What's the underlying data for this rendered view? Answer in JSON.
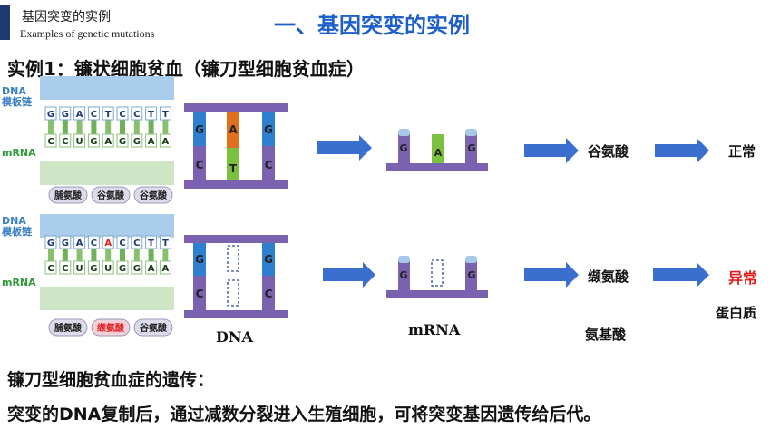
{
  "header": {
    "title": "基因突变的实例",
    "subtitle": "Examples of genetic mutations"
  },
  "main_title": "一、基因突变的实例",
  "case_title": "实例1：镰状细胞贫血（镰刀型细胞贫血症）",
  "left_panel": {
    "dna_label_line1": "DNA",
    "dna_label_line2": "模板链",
    "mrna_label": "mRNA",
    "normal": {
      "dna_bases": [
        "G",
        "G",
        "A",
        "C",
        "T",
        "C",
        "C",
        "T",
        "T"
      ],
      "mrna_bases": [
        "C",
        "C",
        "U",
        "G",
        "A",
        "G",
        "G",
        "A",
        "A"
      ],
      "amino_acids": [
        "脯氨酸",
        "谷氨酸",
        "谷氨酸"
      ]
    },
    "mutant": {
      "dna_bases": [
        "G",
        "G",
        "A",
        "C",
        "A",
        "C",
        "C",
        "T",
        "T"
      ],
      "mrna_bases": [
        "C",
        "C",
        "U",
        "G",
        "U",
        "G",
        "G",
        "A",
        "A"
      ],
      "amino_acids": [
        "脯氨酸",
        "缬氨酸",
        "谷氨酸"
      ]
    }
  },
  "normal_row": {
    "dna_top": [
      "G",
      "A",
      "G"
    ],
    "dna_bottom": [
      "C",
      "T",
      "C"
    ],
    "mrna": [
      "G",
      "A",
      "G"
    ],
    "amino_acid": "谷氨酸",
    "result": "正常"
  },
  "mutant_row": {
    "dna_top": [
      "G",
      "",
      "G"
    ],
    "dna_bottom": [
      "C",
      "",
      "C"
    ],
    "mrna": [
      "G",
      "",
      "G"
    ],
    "amino_acid": "缬氨酸",
    "result": "异常"
  },
  "labels": {
    "dna": "DNA",
    "mrna": "mRNA",
    "amino_acid": "氨基酸",
    "protein": "蛋白质"
  },
  "bottom": {
    "line1": "镰刀型细胞贫血症的遗传：",
    "line2": "突变的DNA复制后，通过减数分裂进入生殖细胞，可将突变基因遗传给后代。"
  },
  "colors": {
    "title_blue": "#1f5fc8",
    "backbone_purple": "#7a62b0",
    "arrow_blue": "#3a6fd0",
    "g_blue": "#2f7fd0",
    "a_orange": "#e07020",
    "t_green": "#7cc040",
    "abnormal_red": "#e02020"
  }
}
